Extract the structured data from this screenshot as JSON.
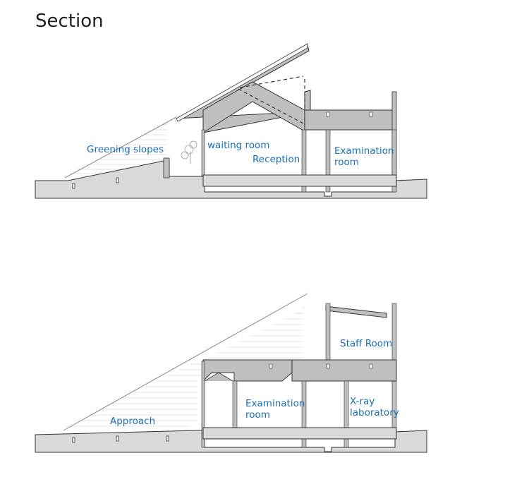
{
  "page": {
    "title": "Section"
  },
  "section_upper": {
    "labels": {
      "greening_slopes": "Greening slopes",
      "waiting_room": "waiting room",
      "reception": "Reception",
      "examination_room_1": "Examination",
      "examination_room_2": "room"
    }
  },
  "section_lower": {
    "labels": {
      "approach": "Approach",
      "staff_room": "Staff Room",
      "examination_room_1": "Examination",
      "examination_room_2": "room",
      "xray_1": "X-ray",
      "xray_2": "laboratory"
    }
  },
  "colors": {
    "ground_fill": "#d9d9d9",
    "wall_fill": "#bfbfbf",
    "line": "#333333",
    "label": "#1b6fb3"
  }
}
